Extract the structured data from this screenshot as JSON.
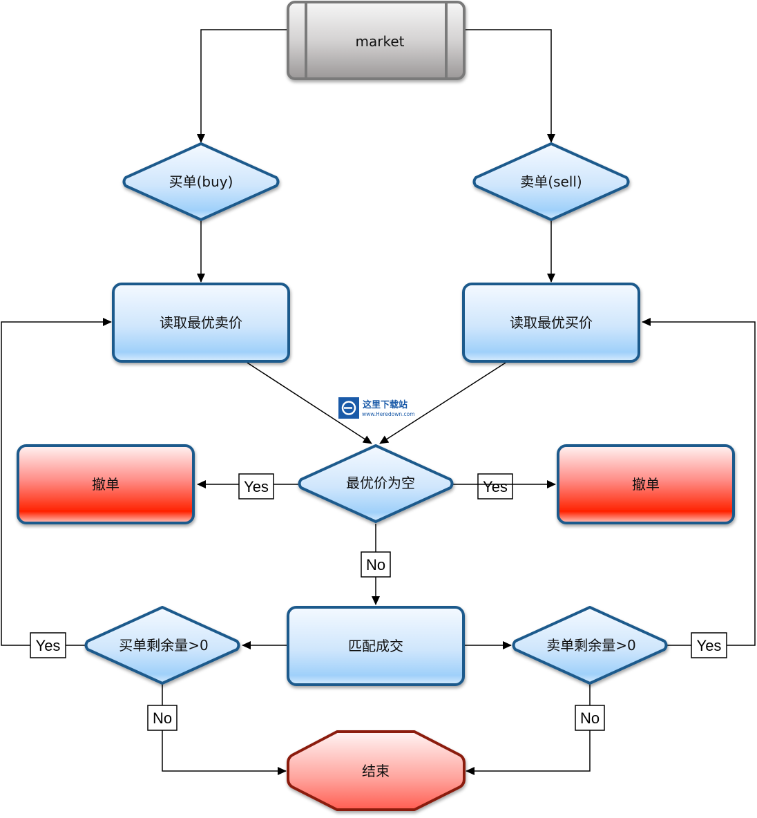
{
  "diagram": {
    "title": "Order matching flowchart",
    "nodes": {
      "market": "market",
      "buy": "买单(buy)",
      "sell": "卖单(sell)",
      "read_best_sell": "读取最优卖价",
      "read_best_buy": "读取最优买价",
      "best_price_empty": "最优价为空",
      "cancel_left": "撤单",
      "cancel_right": "撤单",
      "match": "匹配成交",
      "buy_remaining": "买单剩余量>0",
      "sell_remaining": "卖单剩余量>0",
      "end": "结束"
    },
    "edge_labels": {
      "empty_yes_left": "Yes",
      "empty_yes_right": "Yes",
      "empty_no": "No",
      "buy_remaining_yes": "Yes",
      "sell_remaining_yes": "Yes",
      "buy_remaining_no": "No",
      "sell_remaining_no": "No"
    },
    "watermark": {
      "name": "这里下载站",
      "url": "www.Heredown.com"
    },
    "colors": {
      "blue_border": "#1f5a8c",
      "blue_fill_top": "#f2f8ff",
      "blue_fill_bottom": "#9fd0fa",
      "red_fill_top": "#fff0f0",
      "red_fill_bottom": "#ff2200",
      "end_border": "#8b1a10",
      "end_fill_bottom": "#ff6a5c",
      "gray_border": "#7a7a7a",
      "gray_fill_top": "#f4f4f4",
      "gray_fill_bottom": "#9a9a9a"
    }
  }
}
